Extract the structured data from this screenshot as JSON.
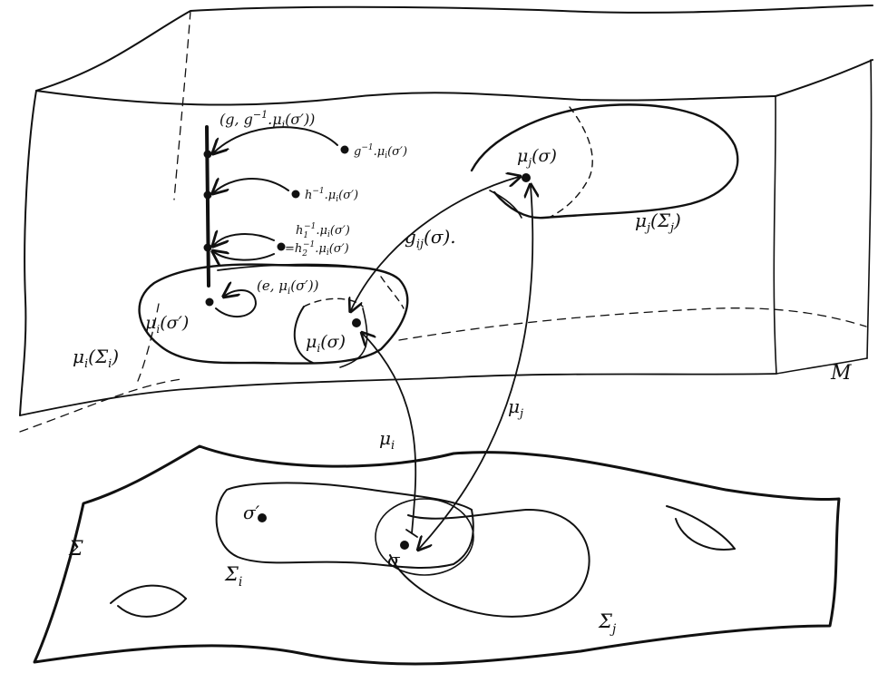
{
  "labels": {
    "M": "M",
    "Sigma": "Σ",
    "Sigma_i": "Σ",
    "Sigma_i_sub": "i",
    "Sigma_j": "Σ",
    "Sigma_j_sub": "j",
    "sigma": "σ",
    "sigma_prime": "σ′",
    "mu_i_arrow": "μ",
    "mu_i_arrow_sub": "i",
    "mu_j_arrow": "μ",
    "mu_j_arrow_sub": "j",
    "mu_i_sigma": "μ",
    "mu_i_sigma_sub": "i",
    "mu_i_sigma_arg": "(σ)",
    "mu_j_sigma": "μ",
    "mu_j_sigma_sub": "j",
    "mu_j_sigma_arg": "(σ)",
    "mu_i_Sigma_i": "μ",
    "mu_i_Sigma_i_sub": "i",
    "mu_i_Sigma_i_arg": "(Σ",
    "mu_i_Sigma_i_arg_sub": "i",
    "mu_i_Sigma_i_close": ")",
    "mu_j_Sigma_j": "μ",
    "mu_j_Sigma_j_sub": "j",
    "mu_j_Sigma_j_arg": "(Σ",
    "mu_j_Sigma_j_arg_sub": "j",
    "mu_j_Sigma_j_close": ")",
    "mu_i_sigma_prime": "μ",
    "mu_i_sigma_prime_sub": "i",
    "mu_i_sigma_prime_arg": "(σ′)",
    "g_ij": "g",
    "g_ij_sub": "ij",
    "g_ij_arg": "(σ).",
    "pair_g": "(g, g",
    "pair_g_sup": "−1",
    "pair_g_rest": ".μ",
    "pair_g_sub": "i",
    "pair_g_end": "(σ′))",
    "g_inv": "g",
    "g_inv_sup": "−1",
    "g_inv_rest": ".μ",
    "g_inv_sub": "i",
    "g_inv_end": "(σ′)",
    "h_inv": "h",
    "h_inv_sup": "−1",
    "h_inv_rest": ".μ",
    "h_inv_sub": "i",
    "h_inv_end": "(σ′)",
    "h1_inv": "h",
    "h1_inv_sub1": "1",
    "h1_inv_sup": "−1",
    "h1_inv_rest": ".μ",
    "h1_inv_sub": "i",
    "h1_inv_end": "(σ′)",
    "h2_inv": "=h",
    "h2_inv_sub1": "2",
    "h2_inv_sup": "−1",
    "h2_inv_rest": ".μ",
    "h2_inv_sub": "i",
    "h2_inv_end": "(σ′)",
    "pair_e": "(e, μ",
    "pair_e_sub": "i",
    "pair_e_end": "(σ′))"
  }
}
